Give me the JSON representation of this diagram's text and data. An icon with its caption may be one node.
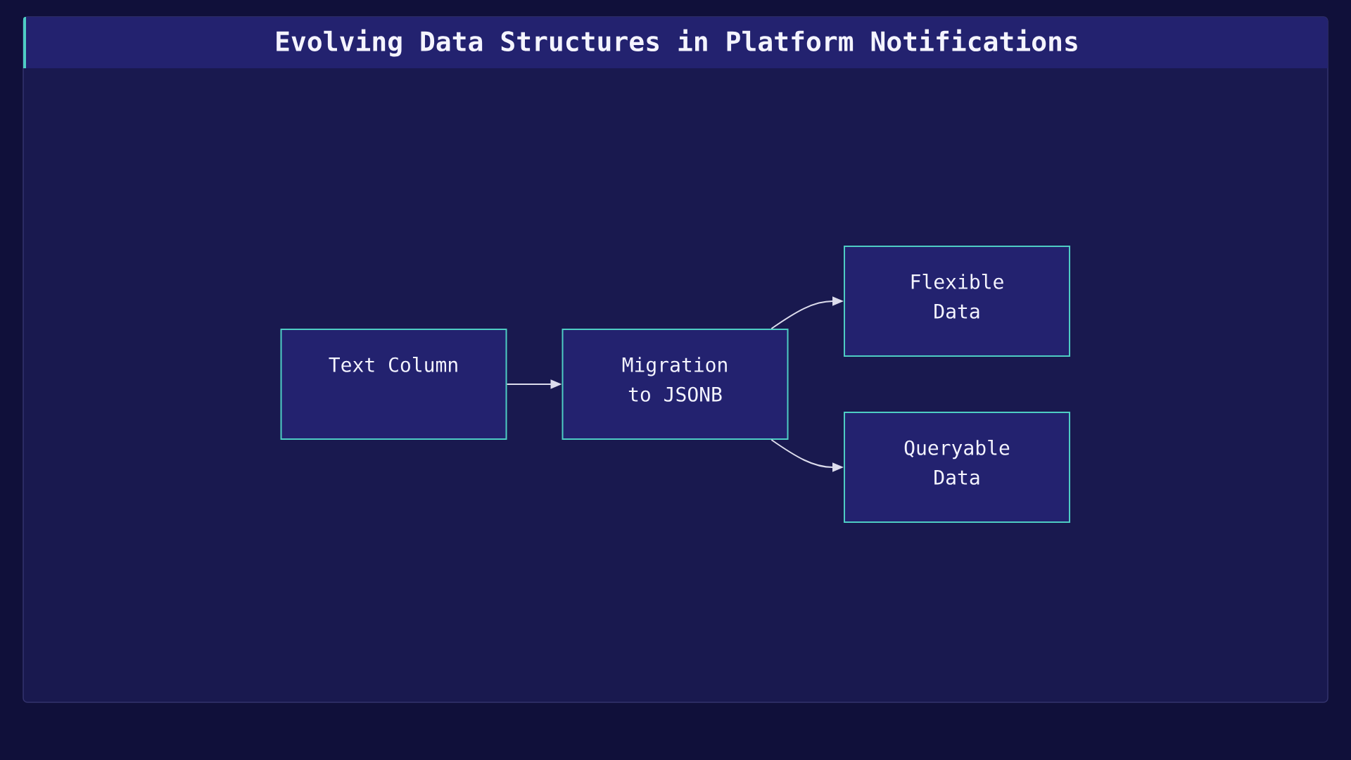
{
  "diagram": {
    "title": "Evolving Data Structures in Platform Notifications",
    "nodes": [
      {
        "text": [
          "Text Column"
        ]
      },
      {
        "text": [
          "Migration to JSONB"
        ]
      },
      {
        "text": [
          "Flexible Data"
        ]
      },
      {
        "text": [
          "Queryable Data"
        ]
      }
    ],
    "edges": [
      {
        "from": 0,
        "to": 1,
        "arrow": "to"
      },
      {
        "from": 1,
        "to": 2,
        "arrow": "to"
      },
      {
        "from": 1,
        "to": 3,
        "arrow": "to"
      }
    ]
  }
}
